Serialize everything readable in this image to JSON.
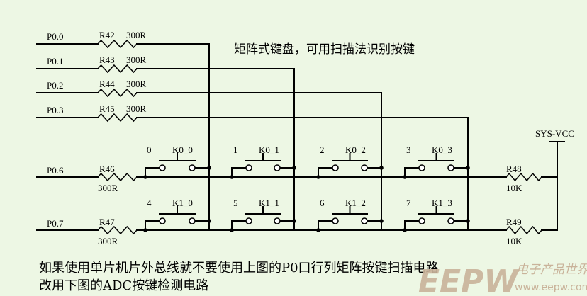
{
  "caption": "矩阵式键盘，可用扫描法识别按键",
  "note_line1": "如果使用单片机片外总线就不要使用上图的P0口行列矩阵按键扫描电路",
  "note_line2": "改用下图的ADC按键检测电路",
  "supply_label": "SYS-VCC",
  "column_ports": [
    {
      "port": "P0.0",
      "resistor": "R42",
      "value": "300R"
    },
    {
      "port": "P0.1",
      "resistor": "R43",
      "value": "300R"
    },
    {
      "port": "P0.2",
      "resistor": "R44",
      "value": "300R"
    },
    {
      "port": "P0.3",
      "resistor": "R45",
      "value": "300R"
    }
  ],
  "row_ports": [
    {
      "port": "P0.6",
      "resistor": "R46",
      "value": "300R",
      "pullup": "R48",
      "pullup_value": "10K"
    },
    {
      "port": "P0.7",
      "resistor": "R47",
      "value": "300R",
      "pullup": "R49",
      "pullup_value": "10K"
    }
  ],
  "keys": [
    [
      {
        "num": "0",
        "name": "K0_0"
      },
      {
        "num": "1",
        "name": "K0_1"
      },
      {
        "num": "2",
        "name": "K0_2"
      },
      {
        "num": "3",
        "name": "K0_3"
      }
    ],
    [
      {
        "num": "4",
        "name": "K1_0"
      },
      {
        "num": "5",
        "name": "K1_1"
      },
      {
        "num": "6",
        "name": "K1_2"
      },
      {
        "num": "7",
        "name": "K1_3"
      }
    ]
  ],
  "watermark": {
    "logo": "EEPW",
    "cn": "电子产品世界",
    "url": "www.eepw.com.cn",
    "logo_color": "#c9b39a"
  }
}
